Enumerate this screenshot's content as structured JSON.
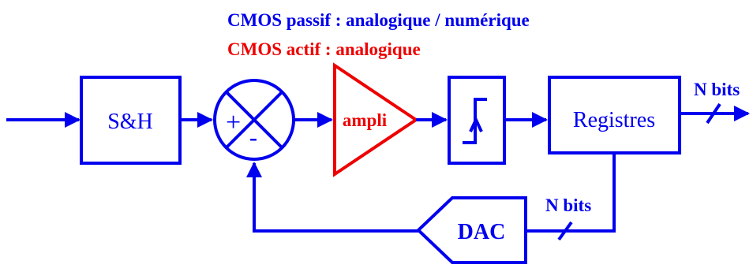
{
  "header": {
    "line1": "CMOS passif :  analogique / numérique",
    "line2": "CMOS actif :  analogique"
  },
  "blocks": {
    "sh": "S&H",
    "sum_plus": "+",
    "sum_minus": "-",
    "ampli": "ampli",
    "registres": "Registres",
    "dac": "DAC"
  },
  "labels": {
    "output_bits": "N bits",
    "feedback_bits": "N bits"
  },
  "colors": {
    "primary": "#0000ee",
    "accent": "#ee0000"
  }
}
